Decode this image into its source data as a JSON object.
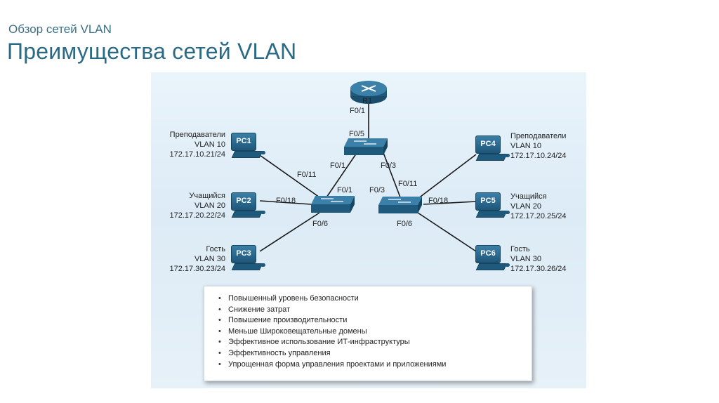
{
  "header": {
    "subtitle": "Обзор сетей VLAN",
    "title": "Преимущества сетей VLAN"
  },
  "diagram": {
    "router": {
      "name": "R1",
      "port": "F0/1"
    },
    "central_switch": {
      "port_top": "F0/5",
      "port_left": "F0/1",
      "port_right": "F0/3"
    },
    "left_switch": {
      "port_uplink": "F0/1",
      "port_pc1": "F0/11",
      "port_pc2": "F0/18",
      "port_pc3": "F0/6"
    },
    "right_switch": {
      "port_uplink": "F0/3",
      "port_pc4": "F0/11",
      "port_pc5": "F0/18",
      "port_pc6": "F0/6"
    },
    "pcs": [
      {
        "name": "PC1",
        "role": "Преподаватели",
        "vlan": "VLAN 10",
        "ip": "172.17.10.21/24"
      },
      {
        "name": "PC2",
        "role": "Учащийся",
        "vlan": "VLAN 20",
        "ip": "172.17.20.22/24"
      },
      {
        "name": "PC3",
        "role": "Гость",
        "vlan": "VLAN 30",
        "ip": "172.17.30.23/24"
      },
      {
        "name": "PC4",
        "role": "Преподаватели",
        "vlan": "VLAN 10",
        "ip": "172.17.10.24/24"
      },
      {
        "name": "PC5",
        "role": "Учащийся",
        "vlan": "VLAN 20",
        "ip": "172.17.20.25/24"
      },
      {
        "name": "PC6",
        "role": "Гость",
        "vlan": "VLAN 30",
        "ip": "172.17.30.26/24"
      }
    ],
    "colors": {
      "device": "#1f5a7c",
      "link": "#1a1a1a",
      "background": "#e3eff8"
    }
  },
  "benefits": [
    "Повышенный уровень безопасности",
    "Снижение затрат",
    "Повышение производительности",
    "Меньше Широковещательные домены",
    "Эффективное использование ИТ-инфраструктуры",
    "Эффективность управления",
    "Упрощенная форма управления проектами и приложениями"
  ]
}
